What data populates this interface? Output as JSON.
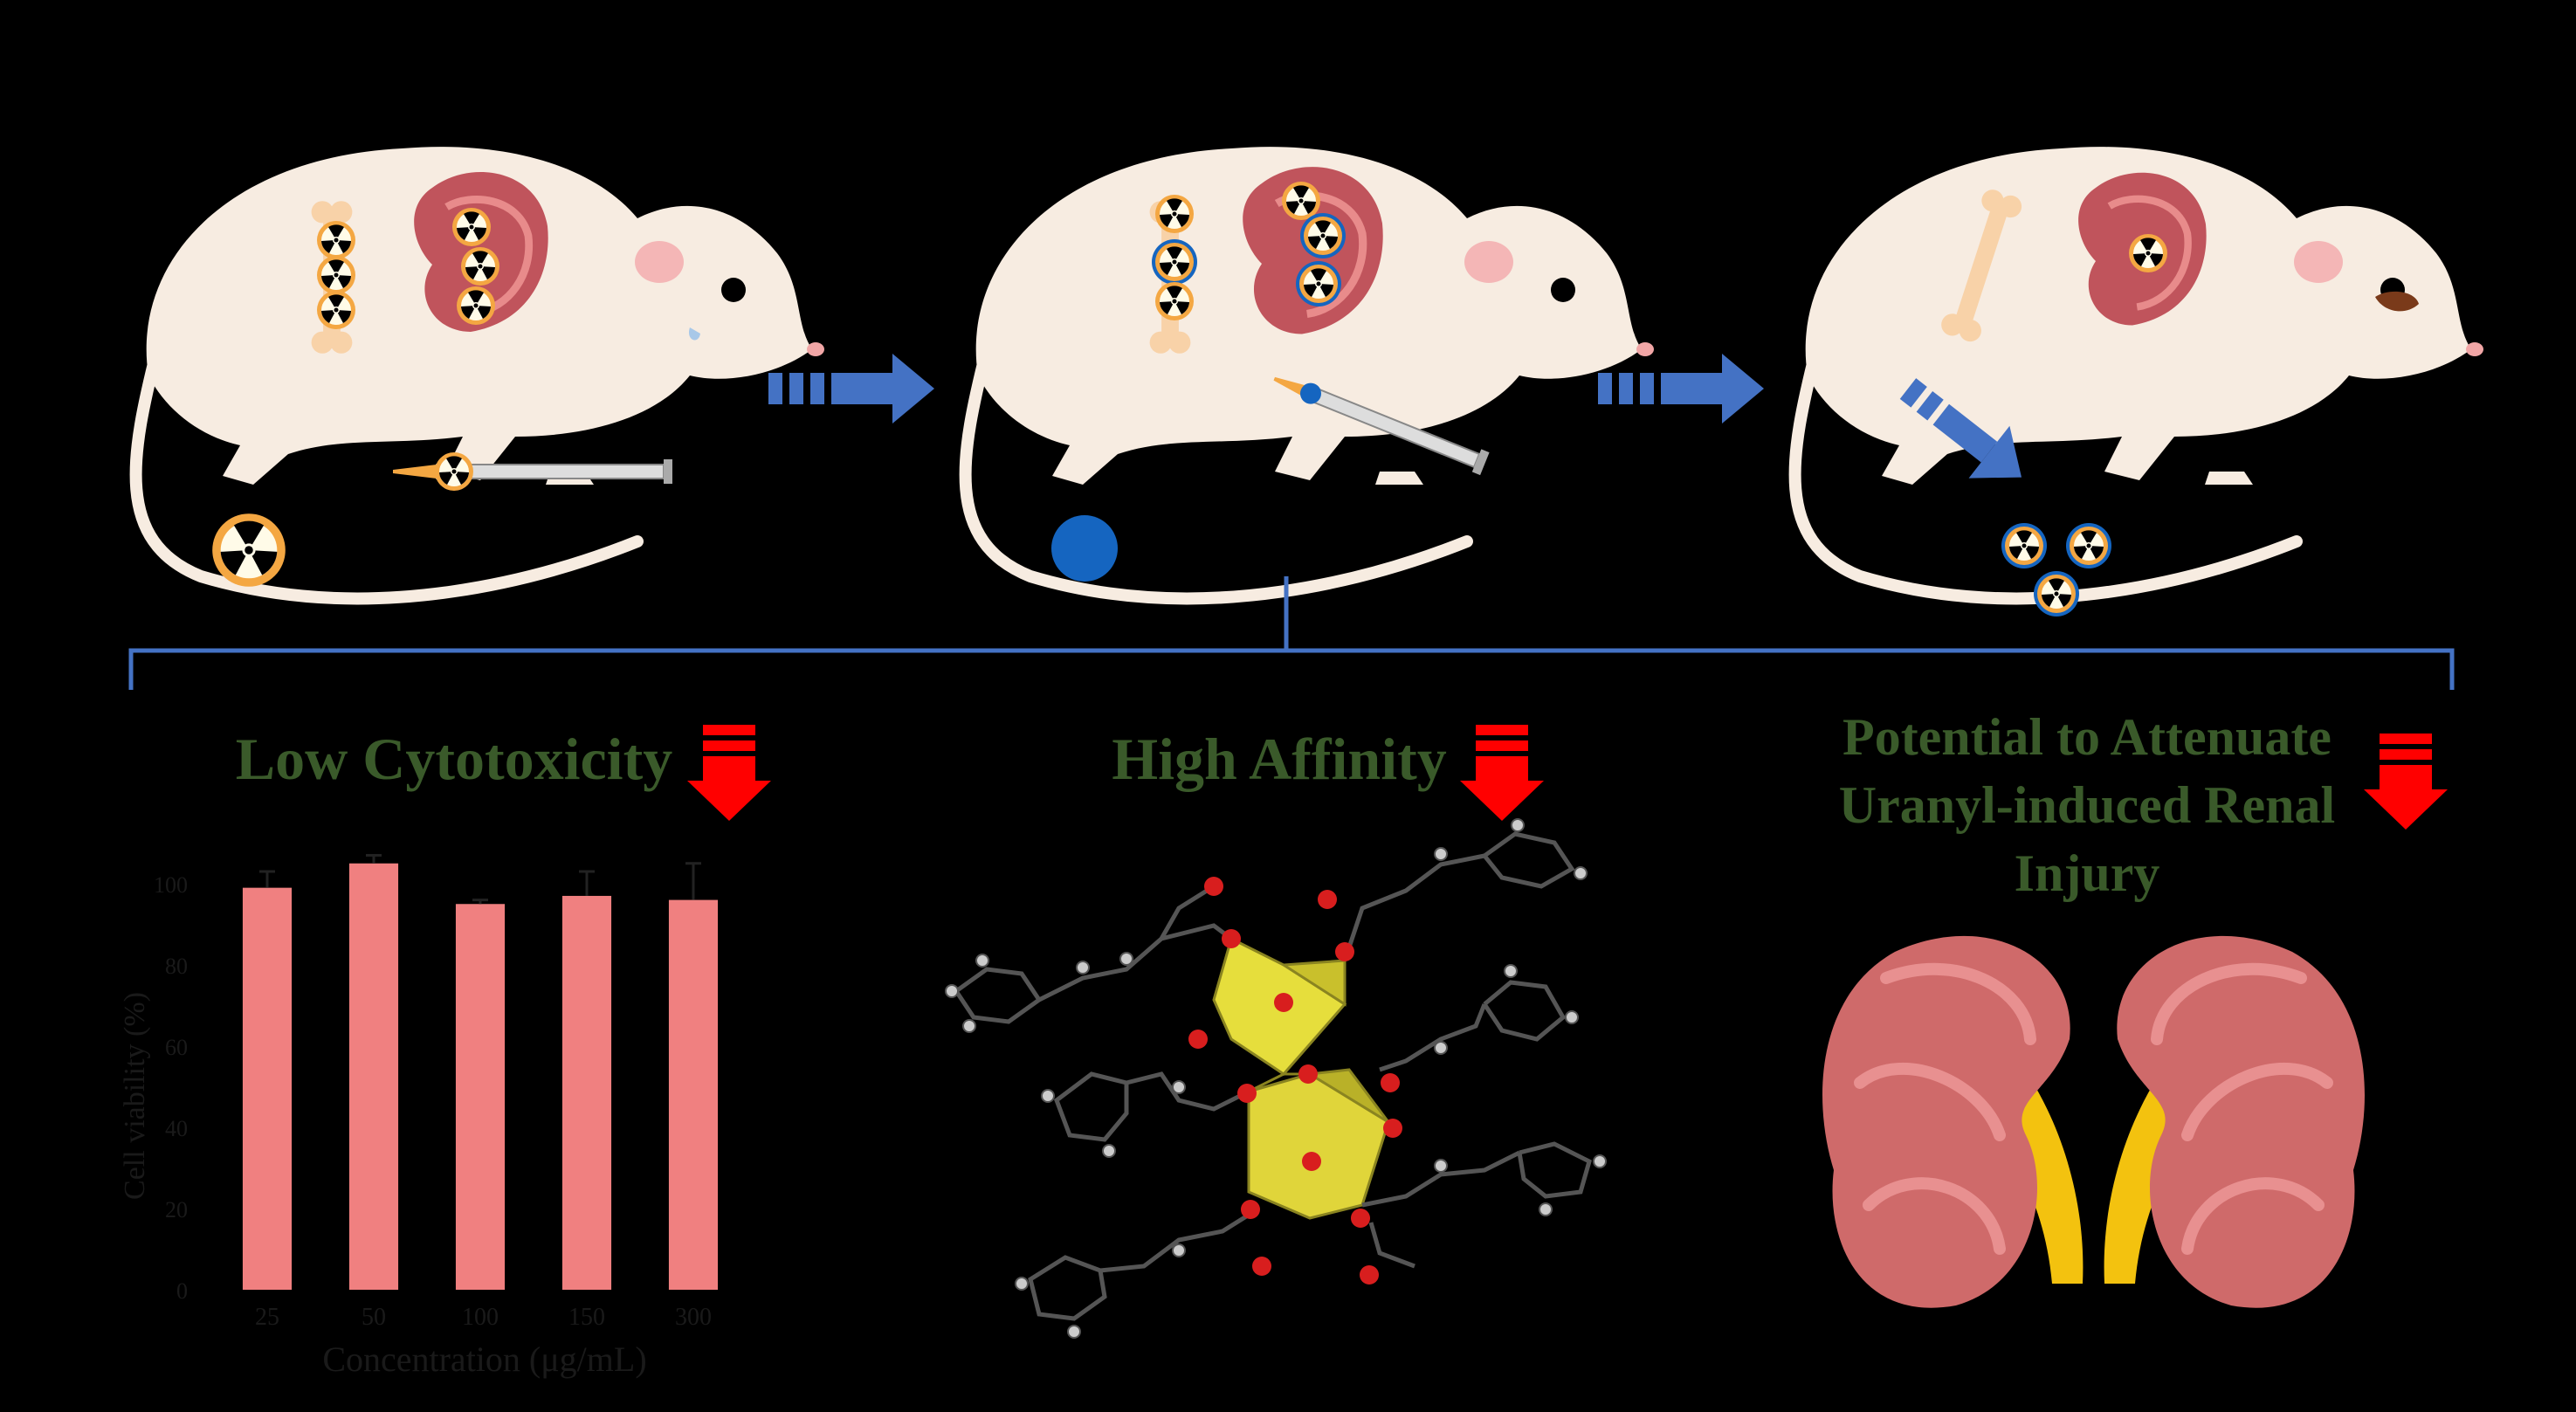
{
  "headings": {
    "cytotoxicity": "Low Cytotoxicity",
    "affinity": "High Affinity",
    "renal_line1": "Potential to Attenuate",
    "renal_line2": "Uranyl-induced Renal",
    "renal_line3": "Injury"
  },
  "icons": [
    "mouse-icon",
    "radiation-icon",
    "syringe-icon",
    "kidney-icon",
    "bone-icon",
    "arrow-right-icon",
    "arrow-down-icon",
    "molecule-icon",
    "chelator-dot-icon"
  ],
  "colors": {
    "background": "#000000",
    "mouse_body": "#f7ece1",
    "heading_green": "#3a5a2a",
    "blue_arrow": "#4472c4",
    "chelator_blue": "#1565c0",
    "red_arrow": "#ff0000",
    "bar_fill": "#f08080",
    "kidney_red": "#cf6a6a",
    "ureter_yellow": "#f3c20f",
    "polyhedron_yellow": "#d4c83a"
  },
  "chart_data": {
    "type": "bar",
    "categories": [
      "25",
      "50",
      "100",
      "150",
      "300"
    ],
    "values": [
      99,
      105,
      95,
      97,
      96
    ],
    "errors": [
      4,
      2,
      1,
      6,
      9
    ],
    "xlabel": "Concentration (μg/mL)",
    "ylabel": "Cell viability (%)",
    "ylim": [
      0,
      100
    ],
    "yticks": [
      "0",
      "20",
      "40",
      "60",
      "80",
      "100"
    ],
    "grid": false
  }
}
